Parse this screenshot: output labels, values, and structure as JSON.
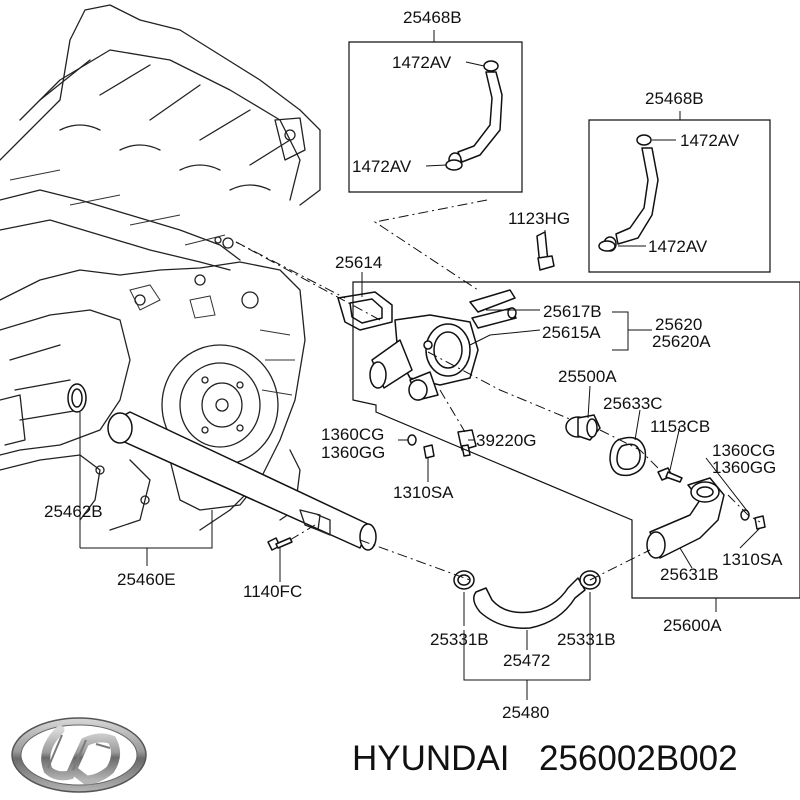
{
  "labels": {
    "hose_assy_top": "25468B",
    "hose_assy_right": "25468B",
    "clamp_top_a": "1472AV",
    "clamp_top_b": "1472AV",
    "clamp_right_a": "1472AV",
    "clamp_right_b": "1472AV",
    "bolt_top": "1123HG",
    "gasket": "25614",
    "pipe_617b": "25617B",
    "pipe_615a": "25615A",
    "housing_620": "25620",
    "housing_620a": "25620A",
    "thermostat": "25500A",
    "gasket_633c": "25633C",
    "bolt_153cb": "1153CB",
    "washer_cg_left": "1360CG",
    "washer_gg_left": "1360GG",
    "sensor": "39220G",
    "nut_left": "1310SA",
    "washer_cg_right": "1360CG",
    "washer_gg_right": "1360GG",
    "nut_right": "1310SA",
    "fitting": "25631B",
    "assy": "25600A",
    "oring": "25462B",
    "pipe_assy": "25460E",
    "bolt_bottom": "1140FC",
    "clamp_bottom_a": "25331B",
    "clamp_bottom_b": "25331B",
    "hose_bottom": "25472",
    "hose_assy_bottom": "25480"
  },
  "brand": {
    "name": "HYUNDAI",
    "part_number": "256002B002",
    "logo_icon": "hyundai-logo-icon"
  }
}
